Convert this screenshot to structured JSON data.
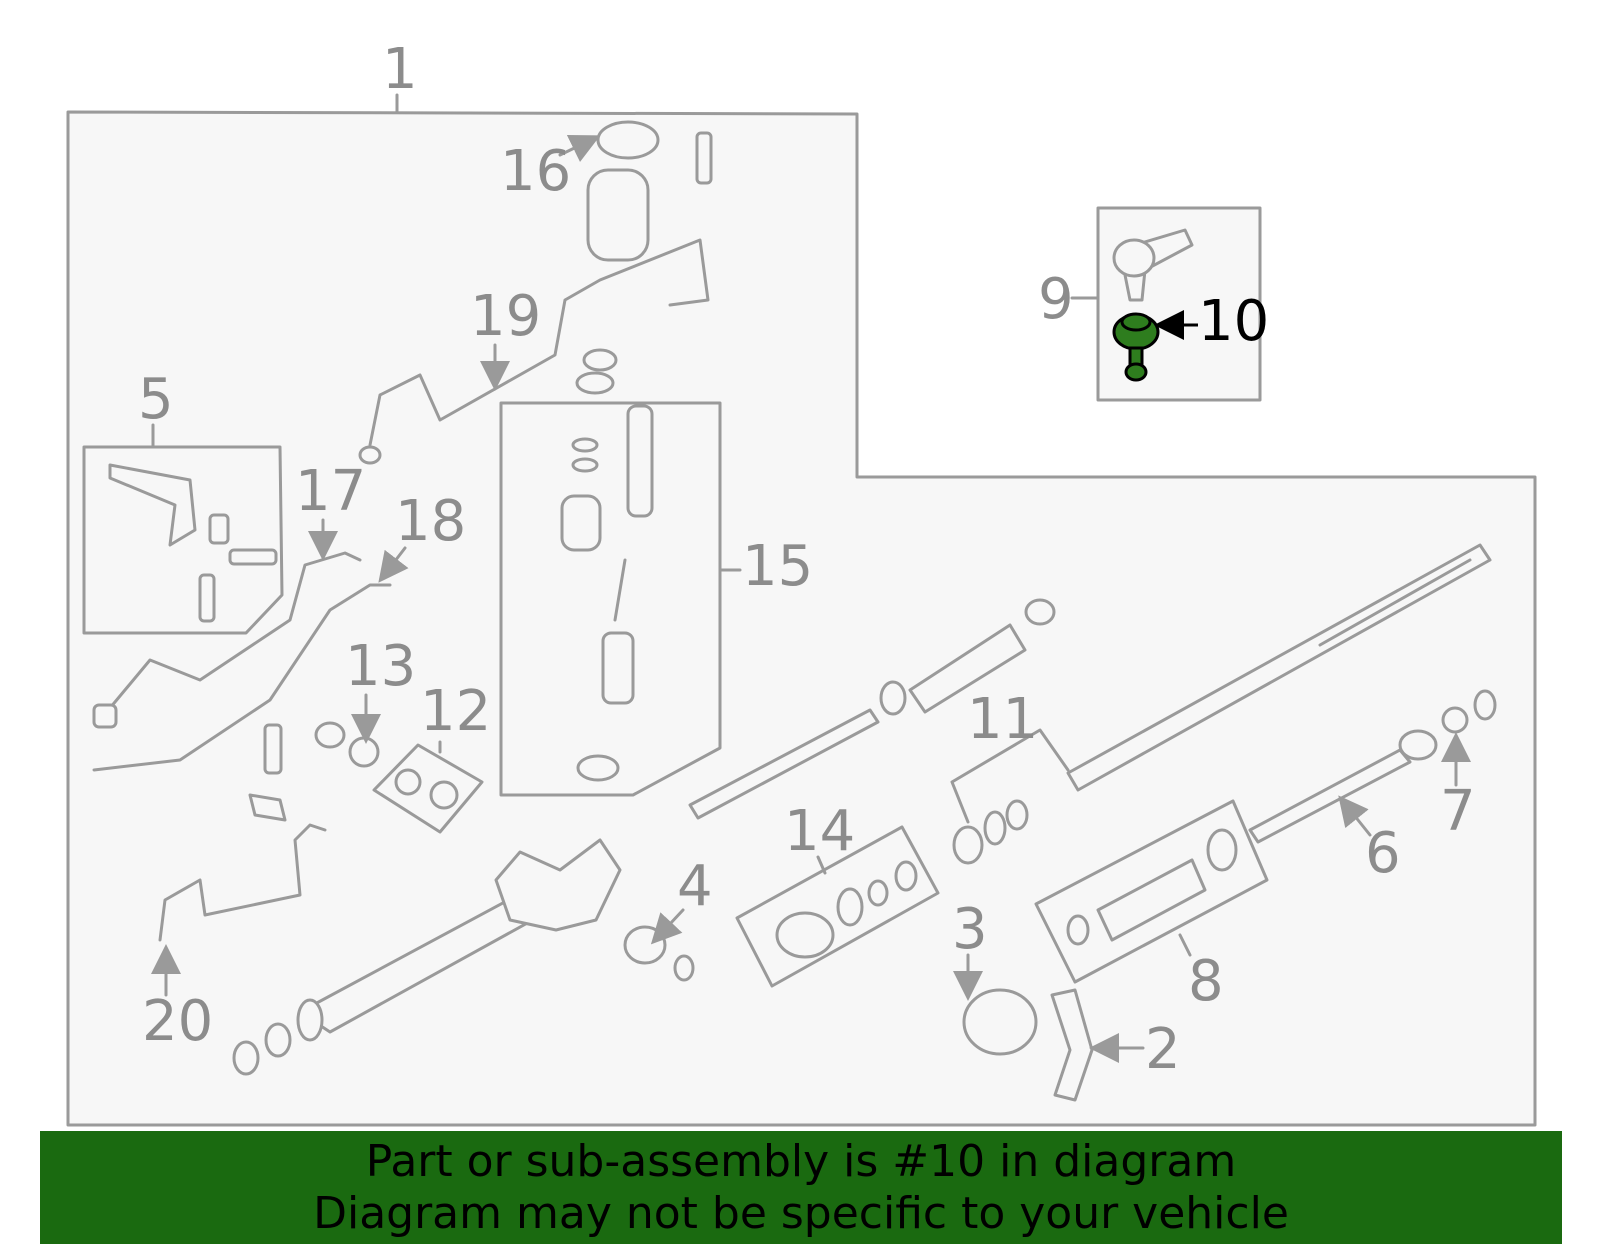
{
  "callouts": {
    "c1": "1",
    "c2": "2",
    "c3": "3",
    "c4": "4",
    "c5": "5",
    "c6": "6",
    "c7": "7",
    "c8": "8",
    "c9": "9",
    "c10": "10",
    "c11": "11",
    "c12": "12",
    "c13": "13",
    "c14": "14",
    "c15": "15",
    "c16": "16",
    "c17": "17",
    "c18": "18",
    "c19": "19",
    "c20": "20"
  },
  "highlighted_part": "10",
  "colors": {
    "line": "#9a9a9a",
    "highlight": "#2e7d1e",
    "banner": "#1a6a10"
  },
  "banner": {
    "line1": "Part or sub-assembly is #10 in diagram",
    "line2": "Diagram may not be specific to your vehicle"
  }
}
